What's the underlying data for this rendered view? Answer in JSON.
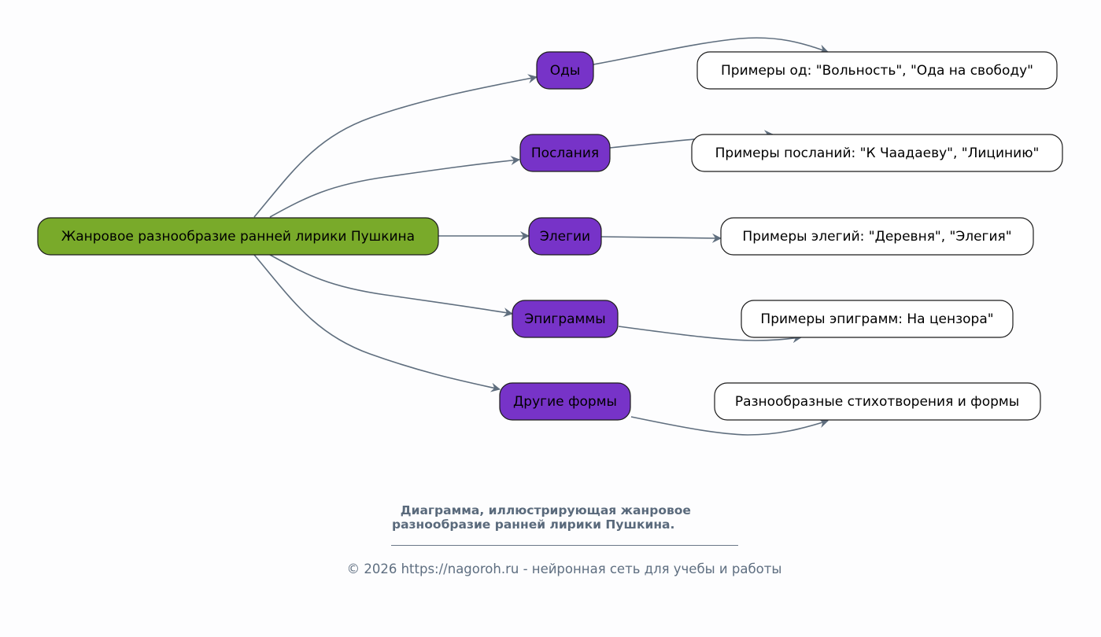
{
  "diagram": {
    "root": {
      "label": "Жанровое разнообразие ранней лирики Пушкина",
      "color": "#79aa2a"
    },
    "genres": [
      {
        "label": "Оды",
        "example": "Примеры од: \"Вольность\", \"Ода на свободу\""
      },
      {
        "label": "Послания",
        "example": "Примеры посланий: \"К Чаадаеву\", \"Лицинию\""
      },
      {
        "label": "Элегии",
        "example": "Примеры элегий: \"Деревня\", \"Элегия\""
      },
      {
        "label": "Эпиграммы",
        "example": "Примеры эпиграмм: На цензора\""
      },
      {
        "label": "Другие формы",
        "example": "Разнообразные стихотворения и формы"
      }
    ],
    "colors": {
      "genre": "#7733c8",
      "example": "#ffffff",
      "edge": "#5f6e7e"
    }
  },
  "caption": {
    "line1": "  Диаграмма, иллюстрирующая жанровое",
    "line2": "разнообразие ранней лирики Пушкина."
  },
  "footer": {
    "text": "© 2026 https://nagoroh.ru - нейронная сеть для учебы и работы"
  }
}
